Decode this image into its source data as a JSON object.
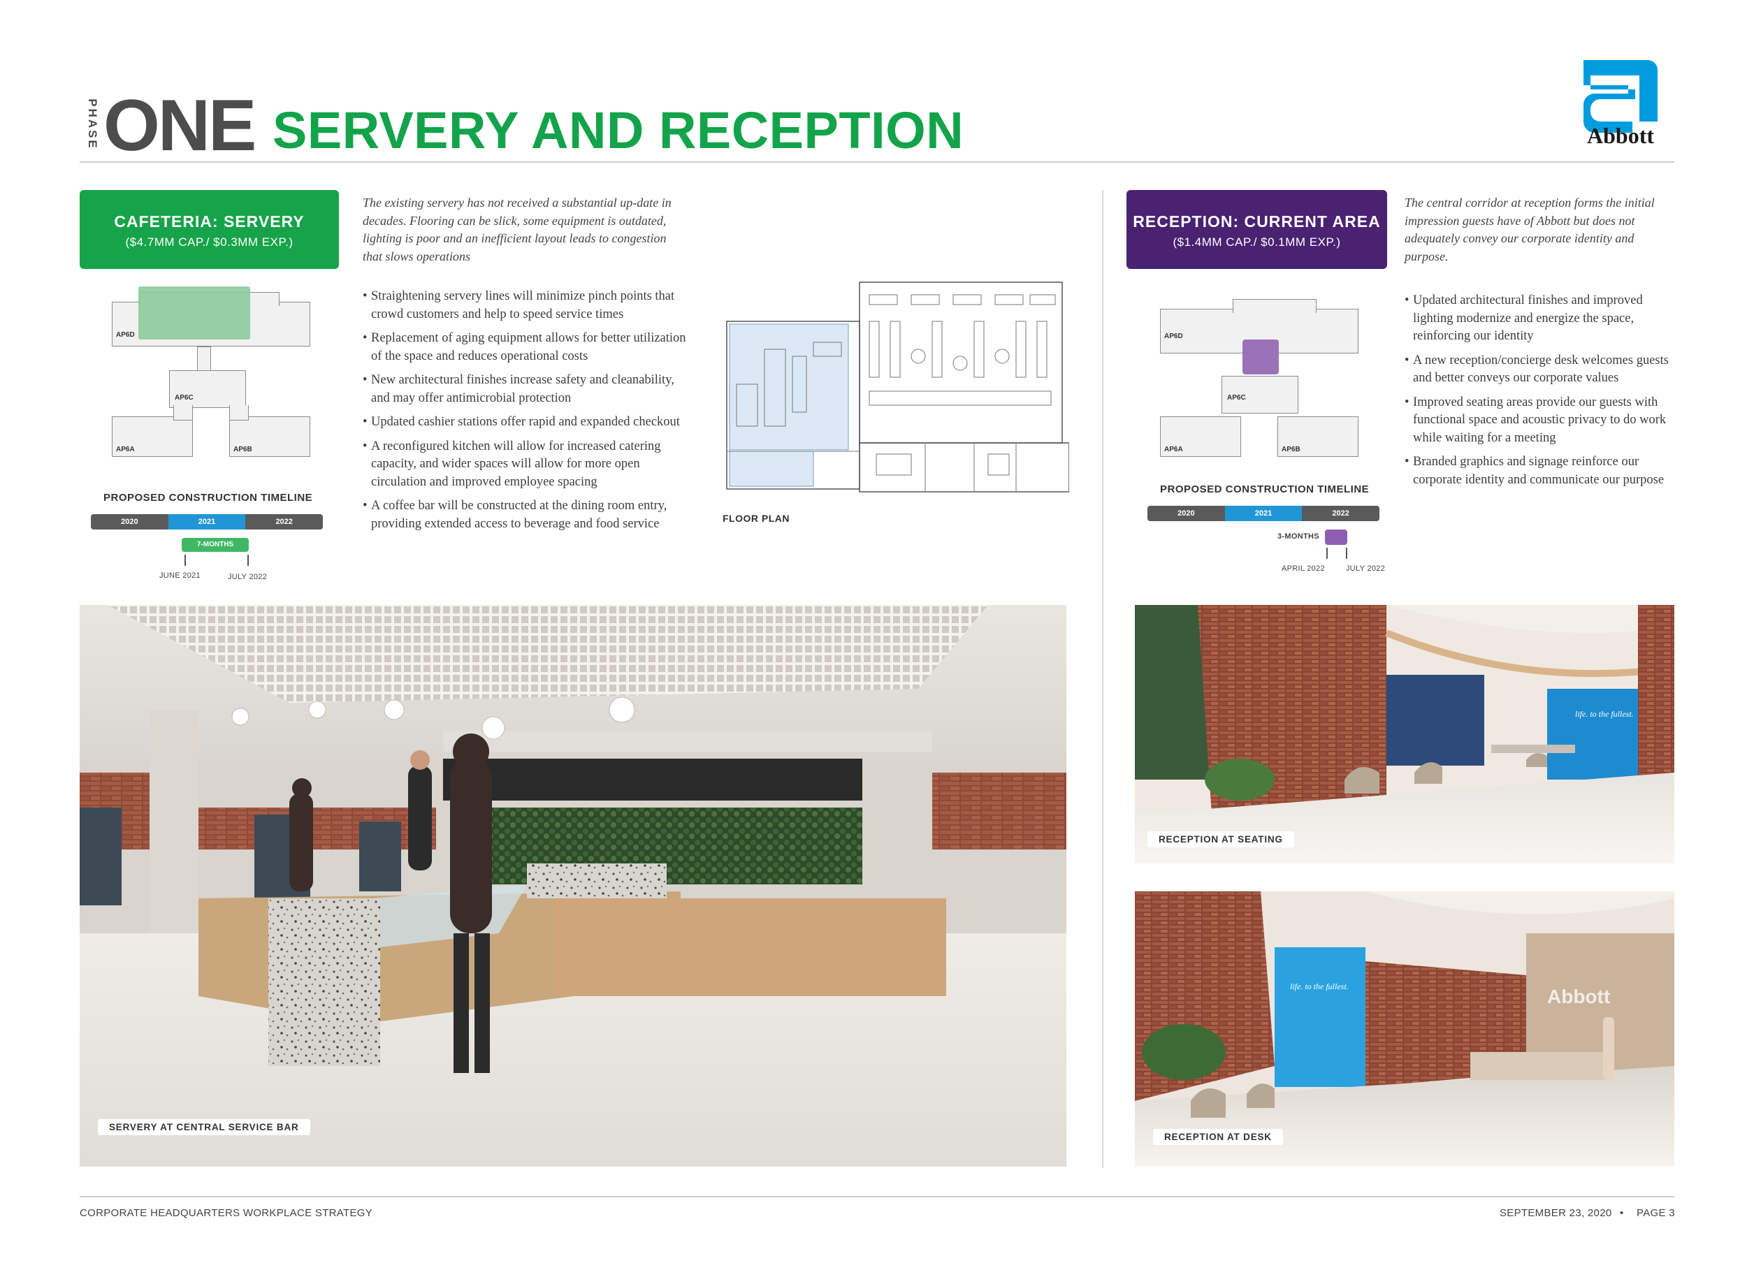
{
  "header": {
    "phase_label": "PHASE",
    "phase_number": "ONE",
    "title": "SERVERY AND RECEPTION",
    "brand": "Abbott",
    "brand_color": "#009CDE",
    "accent_color": "#16A34A"
  },
  "cafeteria": {
    "tag_title": "CAFETERIA: SERVERY",
    "tag_cost": "($4.7MM CAP./ $0.3MM EXP.)",
    "intro": "The existing servery has not received a substantial up-date in decades. Flooring can be slick, some equipment is outdated, lighting is poor and an inefficient layout leads to congestion that slows operations",
    "bullets": [
      "Straightening servery lines will minimize pinch points that crowd customers and help to speed service times",
      "Replacement of aging equipment allows for better utilization of the space and reduces operational costs",
      "New architectural finishes increase safety and cleanability, and may offer antimicrobial protection",
      "Updated cashier stations offer rapid and expanded checkout",
      "A reconfigured kitchen will allow for increased catering capacity, and wider spaces will allow for more open circulation and improved employee spacing",
      "A coffee bar will be constructed at the dining room entry, providing extended access to beverage and food service"
    ],
    "key_plan": {
      "labels": [
        "AP6D",
        "AP6C",
        "AP6A",
        "AP6B"
      ]
    },
    "timeline": {
      "title": "PROPOSED CONSTRUCTION TIMELINE",
      "years": [
        "2020",
        "2021",
        "2022"
      ],
      "duration": "7-MONTHS",
      "start": "JUNE 2021",
      "end": "JULY 2022"
    },
    "floor_plan_label": "FLOOR PLAN",
    "photo_caption": "SERVERY AT CENTRAL SERVICE BAR"
  },
  "reception": {
    "tag_title": "RECEPTION: CURRENT AREA",
    "tag_cost": "($1.4MM CAP./ $0.1MM EXP.)",
    "intro": "The central corridor at reception forms the initial impression guests have of Abbott but does not adequately convey our corporate identity and purpose.",
    "bullets": [
      "Updated architectural finishes and improved lighting modernize and energize the space, reinforcing our identity",
      "A new reception/concierge desk welcomes guests and better conveys our corporate values",
      "Improved seating areas provide our guests with functional space and acoustic privacy to do work while waiting for a meeting",
      "Branded graphics and signage reinforce our corporate identity and communicate our purpose"
    ],
    "key_plan": {
      "labels": [
        "AP6D",
        "AP6C",
        "AP6A",
        "AP6B"
      ]
    },
    "timeline": {
      "title": "PROPOSED CONSTRUCTION TIMELINE",
      "years": [
        "2020",
        "2021",
        "2022"
      ],
      "duration": "3-MONTHS",
      "start": "APRIL 2022",
      "end": "JULY 2022"
    },
    "photo_caption_1": "RECEPTION AT SEATING",
    "photo_caption_2": "RECEPTION AT DESK",
    "wall_slogan": "life. to the fullest.",
    "desk_sign": "Abbott"
  },
  "footer": {
    "left": "CORPORATE HEADQUARTERS WORKPLACE STRATEGY",
    "date": "SEPTEMBER 23, 2020",
    "separator": "•",
    "page": "PAGE 3"
  }
}
